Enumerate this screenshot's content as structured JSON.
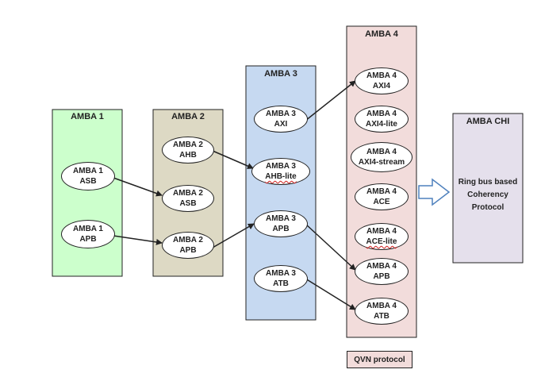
{
  "generations": {
    "amba1": {
      "title": "AMBA 1",
      "fill": "#ccffcc",
      "nodes": {
        "asb": [
          "AMBA 1",
          "ASB"
        ],
        "apb": [
          "AMBA 1",
          "APB"
        ]
      }
    },
    "amba2": {
      "title": "AMBA 2",
      "fill": "#ddd9c4",
      "nodes": {
        "ahb": [
          "AMBA 2",
          "AHB"
        ],
        "asb": [
          "AMBA 2",
          "ASB"
        ],
        "apb": [
          "AMBA 2",
          "APB"
        ]
      }
    },
    "amba3": {
      "title": "AMBA 3",
      "fill": "#c6d9f1",
      "nodes": {
        "axi": [
          "AMBA 3",
          "AXI"
        ],
        "ahb_lite": [
          "AMBA 3",
          "AHB-lite"
        ],
        "apb": [
          "AMBA 3",
          "APB"
        ],
        "atb": [
          "AMBA 3",
          "ATB"
        ]
      }
    },
    "amba4": {
      "title": "AMBA 4",
      "fill": "#f2dcdb",
      "nodes": {
        "axi4": [
          "AMBA 4",
          "AXI4"
        ],
        "axi4_lite": [
          "AMBA 4",
          "AXI4-lite"
        ],
        "axi4_stream": [
          "AMBA 4",
          "AXI4-stream"
        ],
        "ace": [
          "AMBA 4",
          "ACE"
        ],
        "ace_lite": [
          "AMBA 4",
          "ACE-lite"
        ],
        "apb": [
          "AMBA 4",
          "APB"
        ],
        "atb": [
          "AMBA 4",
          "ATB"
        ]
      }
    },
    "amba_chi": {
      "title": "AMBA CHI",
      "fill": "#e5e0ec",
      "description": [
        "Ring bus based",
        "Coherency",
        "Protocol"
      ]
    }
  },
  "qvn": {
    "label": "QVN protocol"
  },
  "colors": {
    "line": "#222222",
    "block_arrow": "#4f81bd"
  },
  "edges": [
    [
      "amba1.asb",
      "amba2.asb"
    ],
    [
      "amba1.apb",
      "amba2.apb"
    ],
    [
      "amba2.ahb",
      "amba3.ahb_lite"
    ],
    [
      "amba2.apb",
      "amba3.apb"
    ],
    [
      "amba3.axi",
      "amba4.axi4"
    ],
    [
      "amba3.apb",
      "amba4.apb"
    ],
    [
      "amba3.atb",
      "amba4.atb"
    ]
  ]
}
